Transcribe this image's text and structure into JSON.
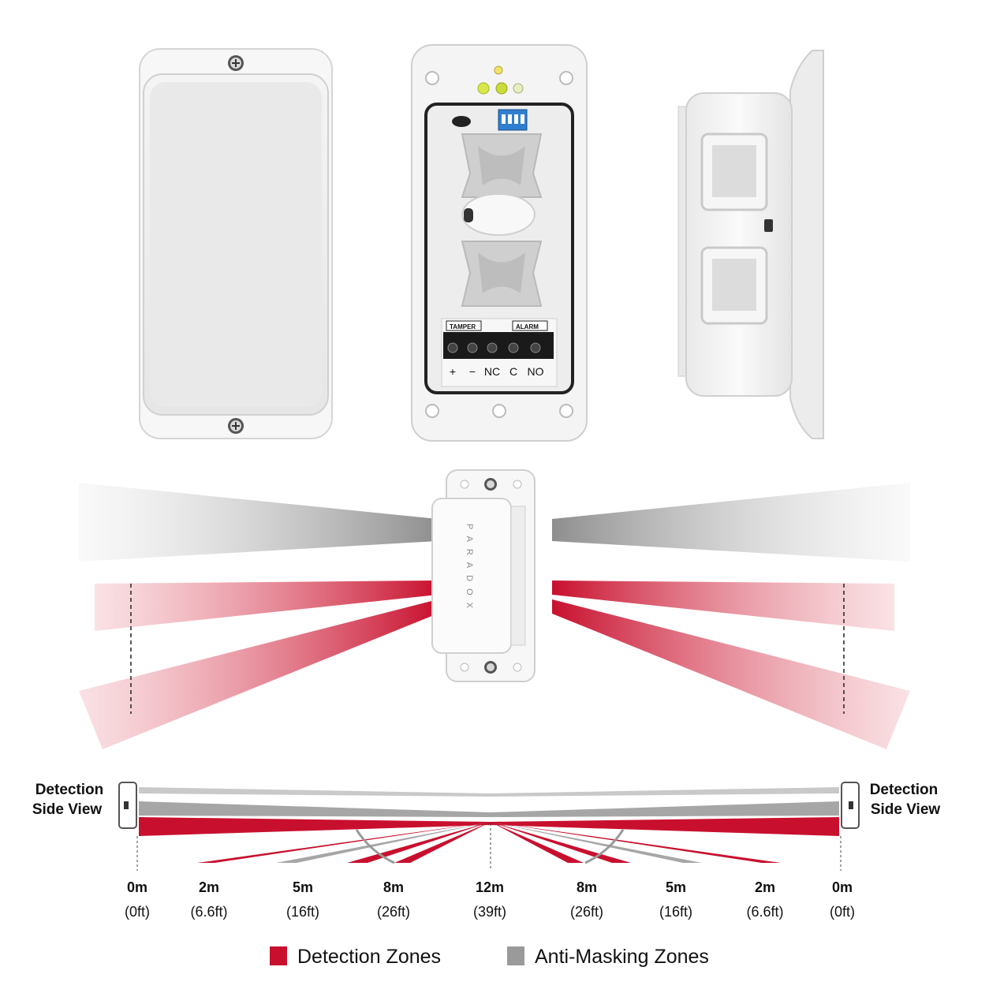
{
  "colors": {
    "detection": "#c8102e",
    "anti_masking": "#9a9a9a",
    "housing": "#f3f3f3",
    "outline": "#cfcfcf"
  },
  "device": {
    "back_terminal_labels": [
      "TAMPER",
      "ALARM"
    ],
    "terminals": [
      "+",
      "−",
      "NC",
      "C",
      "NO"
    ],
    "brand": "PARADOX"
  },
  "side_view": {
    "left_title": [
      "Detection",
      "Side View"
    ],
    "right_title": [
      "Detection",
      "Side View"
    ]
  },
  "distances": [
    {
      "m": "0m",
      "ft": "(0ft)"
    },
    {
      "m": "2m",
      "ft": "(6.6ft)"
    },
    {
      "m": "5m",
      "ft": "(16ft)"
    },
    {
      "m": "8m",
      "ft": "(26ft)"
    },
    {
      "m": "12m",
      "ft": "(39ft)"
    },
    {
      "m": "8m",
      "ft": "(26ft)"
    },
    {
      "m": "5m",
      "ft": "(16ft)"
    },
    {
      "m": "2m",
      "ft": "(6.6ft)"
    },
    {
      "m": "0m",
      "ft": "(0ft)"
    }
  ],
  "legend": {
    "detection_label": "Detection Zones",
    "anti_masking_label": "Anti-Masking Zones"
  }
}
